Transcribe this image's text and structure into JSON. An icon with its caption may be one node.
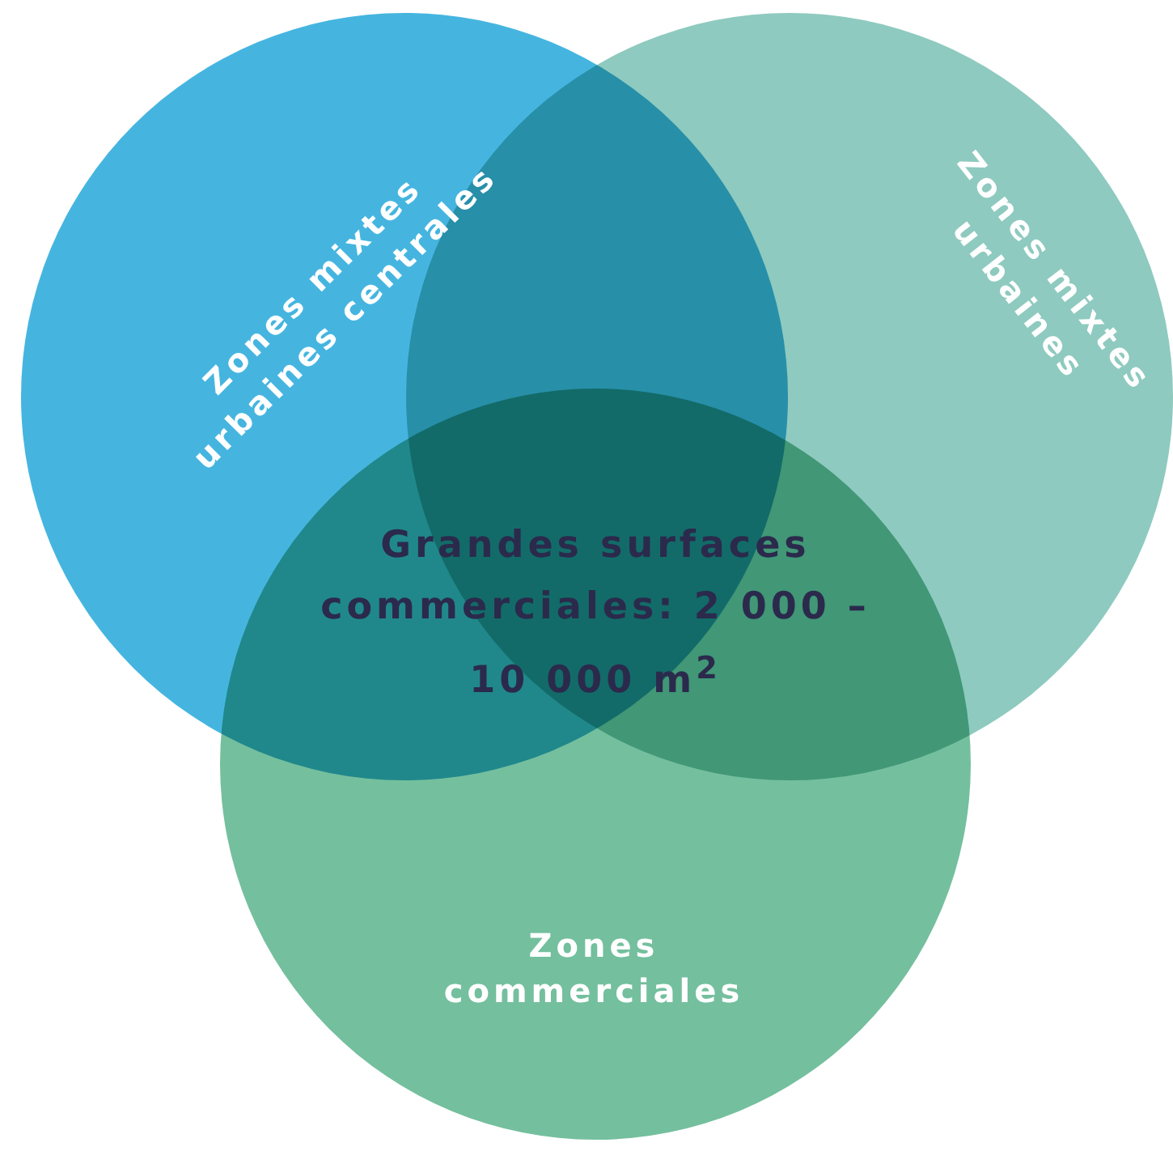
{
  "diagram": {
    "nodes": [
      {
        "text": [
          "Zones mixtes urbaines centrales"
        ]
      },
      {
        "text": [
          "Zones mixtes urbaines"
        ]
      },
      {
        "text": [
          "Zones commerciales"
        ]
      }
    ],
    "labels": [
      "Grandes surfaces commerciales: 2 000 – 10 000 m$^{2}$"
    ]
  }
}
